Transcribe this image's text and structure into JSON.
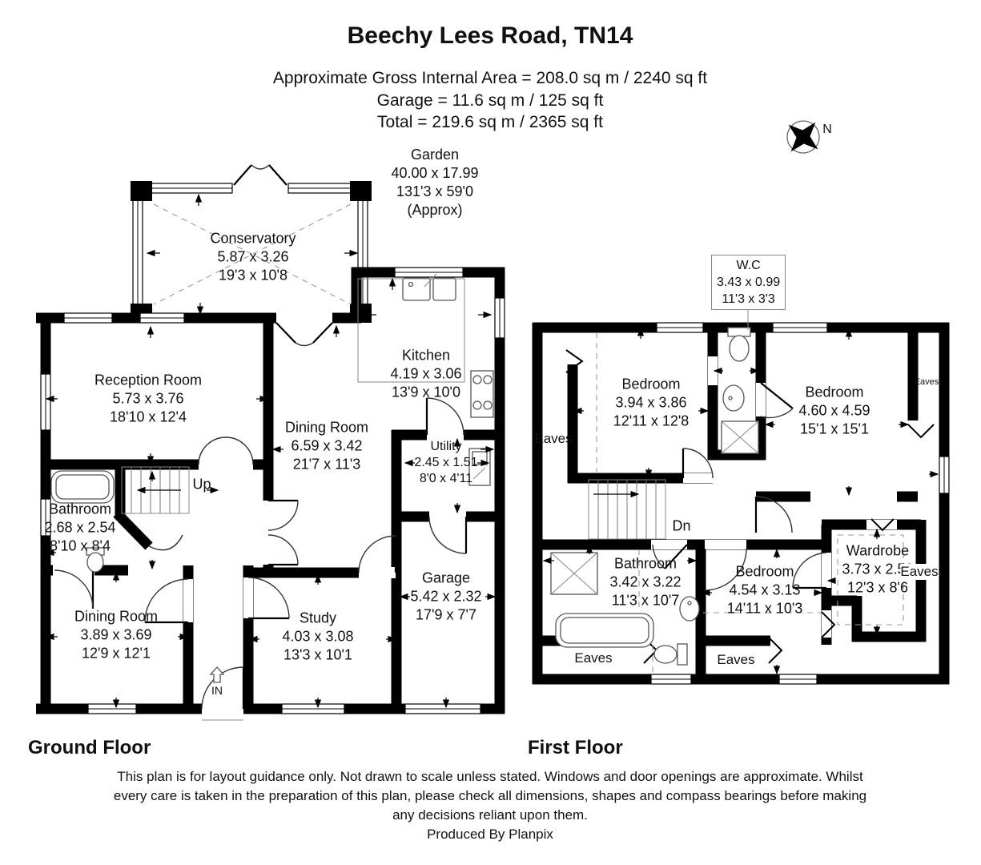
{
  "header": {
    "title": "Beechy Lees Road, TN14",
    "area_lines": [
      "Approximate Gross Internal Area = 208.0 sq m / 2240 sq ft",
      "Garage = 11.6 sq m / 125 sq ft",
      "Total = 219.6 sq m / 2365 sq ft"
    ]
  },
  "compass": {
    "north_label": "N"
  },
  "garden": {
    "name": "Garden",
    "metric": "40.00 x 17.99",
    "imperial": "131'3 x 59'0",
    "approx": "(Approx)"
  },
  "ground_floor": {
    "label": "Ground Floor",
    "rooms": [
      {
        "name": "Conservatory",
        "metric": "5.87 x 3.26",
        "imperial": "19'3 x 10'8"
      },
      {
        "name": "Reception Room",
        "metric": "5.73 x 3.76",
        "imperial": "18'10 x 12'4"
      },
      {
        "name": "Kitchen",
        "metric": "4.19 x 3.06",
        "imperial": "13'9 x 10'0"
      },
      {
        "name": "Dining Room",
        "metric": "6.59 x 3.42",
        "imperial": "21'7 x 11'3"
      },
      {
        "name": "Utility",
        "metric": "2.45 x 1.51",
        "imperial": "8'0 x 4'11"
      },
      {
        "name": "Bathroom",
        "metric": "2.68 x 2.54",
        "imperial": "8'10 x 8'4"
      },
      {
        "name": "Dining Room",
        "metric": "3.89 x 3.69",
        "imperial": "12'9 x 12'1"
      },
      {
        "name": "Study",
        "metric": "4.03 x 3.08",
        "imperial": "13'3 x 10'1"
      },
      {
        "name": "Garage",
        "metric": "5.42 x 2.32",
        "imperial": "17'9 x 7'7"
      }
    ],
    "stairs_label": "Up",
    "entrance_label": "IN"
  },
  "first_floor": {
    "label": "First Floor",
    "wc": {
      "name": "W.C",
      "metric": "3.43 x 0.99",
      "imperial": "11'3 x 3'3"
    },
    "rooms": [
      {
        "name": "Bedroom",
        "metric": "3.94 x 3.86",
        "imperial": "12'11 x 12'8"
      },
      {
        "name": "Bedroom",
        "metric": "4.60 x 4.59",
        "imperial": "15'1 x 15'1"
      },
      {
        "name": "Bathroom",
        "metric": "3.42 x 3.22",
        "imperial": "11'3 x 10'7"
      },
      {
        "name": "Bedroom",
        "metric": "4.54 x 3.13",
        "imperial": "14'11 x 10'3"
      },
      {
        "name": "Wardrobe",
        "metric": "3.73 x 2.58",
        "imperial": "12'3 x 8'6"
      }
    ],
    "stairs_label": "Dn",
    "eaves": [
      "Eaves",
      "Eaves",
      "Eaves",
      "Eaves",
      "Eaves"
    ]
  },
  "footer": {
    "disclaimer": "This plan is for layout guidance only. Not drawn to scale unless stated. Windows and door openings are approximate. Whilst every care is taken in the preparation of this plan, please check all dimensions, shapes and compass bearings before making any decisions reliant upon them.",
    "produced_by": "Produced By Planpix"
  }
}
